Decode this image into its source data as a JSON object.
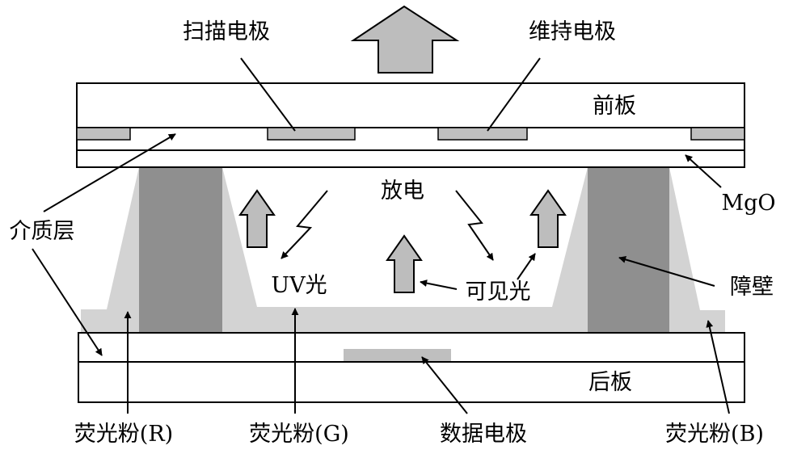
{
  "labels": {
    "scan_electrode": "扫描电极",
    "sustain_electrode": "维持电极",
    "front_plate": "前板",
    "mgo": "MgO",
    "dielectric_layer": "介质层",
    "discharge": "放电",
    "uv_light": "UV光",
    "visible_light": "可见光",
    "barrier_rib": "障壁",
    "rear_plate": "后板",
    "phosphor_r": "荧光粉(R)",
    "phosphor_g": "荧光粉(G)",
    "data_electrode": "数据电极",
    "phosphor_b": "荧光粉(B)"
  },
  "colors": {
    "phosphor": "#d3d3d3",
    "barrier": "#8f8f8f",
    "electrode": "#bfbfbf",
    "arrow_fill": "#bdbdbd",
    "line": "#000000"
  }
}
